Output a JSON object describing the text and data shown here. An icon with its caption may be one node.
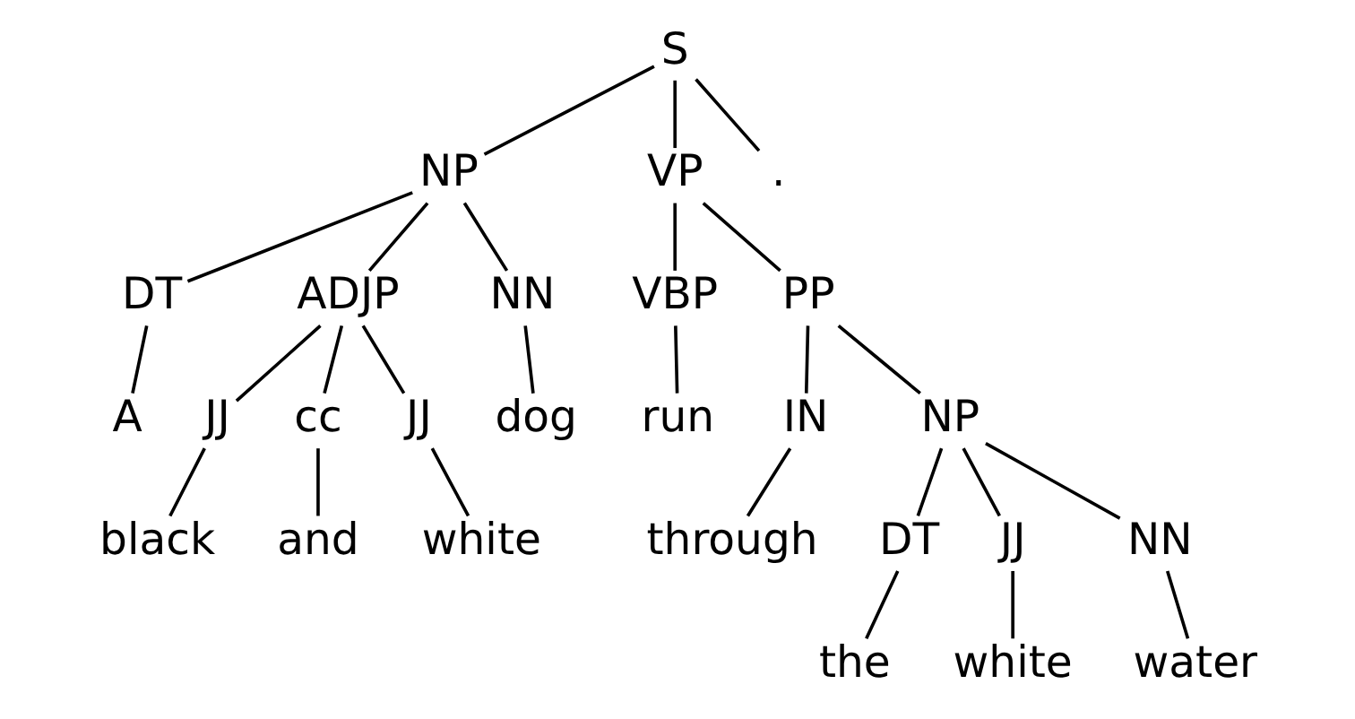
{
  "diagram": {
    "nodes": [
      {
        "text": [
          "S"
        ]
      },
      {
        "text": [
          "NP"
        ]
      },
      {
        "text": [
          "VP"
        ]
      },
      {
        "text": [
          "."
        ]
      },
      {
        "text": [
          "DT"
        ]
      },
      {
        "text": [
          "ADJP"
        ]
      },
      {
        "text": [
          "NN"
        ]
      },
      {
        "text": [
          "VBP"
        ]
      },
      {
        "text": [
          "PP"
        ]
      },
      {
        "text": [
          "A"
        ]
      },
      {
        "text": [
          "JJ"
        ]
      },
      {
        "text": [
          "cc"
        ]
      },
      {
        "text": [
          "JJ"
        ]
      },
      {
        "text": [
          "dog"
        ]
      },
      {
        "text": [
          "run"
        ]
      },
      {
        "text": [
          "IN"
        ]
      },
      {
        "text": [
          "NP"
        ]
      },
      {
        "text": [
          "black"
        ]
      },
      {
        "text": [
          "and"
        ]
      },
      {
        "text": [
          "white"
        ]
      },
      {
        "text": [
          "through"
        ]
      },
      {
        "text": [
          "DT"
        ]
      },
      {
        "text": [
          "JJ"
        ]
      },
      {
        "text": [
          "NN"
        ]
      },
      {
        "text": [
          "the"
        ]
      },
      {
        "text": [
          "white"
        ]
      },
      {
        "text": [
          "water"
        ]
      }
    ],
    "edges": [
      {
        "from": 0,
        "to": 1,
        "arrow": "none"
      },
      {
        "from": 0,
        "to": 2,
        "arrow": "none"
      },
      {
        "from": 0,
        "to": 3,
        "arrow": "none"
      },
      {
        "from": 1,
        "to": 4,
        "arrow": "none"
      },
      {
        "from": 1,
        "to": 5,
        "arrow": "none"
      },
      {
        "from": 1,
        "to": 6,
        "arrow": "none"
      },
      {
        "from": 2,
        "to": 7,
        "arrow": "none"
      },
      {
        "from": 2,
        "to": 8,
        "arrow": "none"
      },
      {
        "from": 4,
        "to": 9,
        "arrow": "none"
      },
      {
        "from": 5,
        "to": 10,
        "arrow": "none"
      },
      {
        "from": 5,
        "to": 11,
        "arrow": "none"
      },
      {
        "from": 5,
        "to": 12,
        "arrow": "none"
      },
      {
        "from": 6,
        "to": 13,
        "arrow": "none"
      },
      {
        "from": 7,
        "to": 14,
        "arrow": "none"
      },
      {
        "from": 8,
        "to": 15,
        "arrow": "none"
      },
      {
        "from": 8,
        "to": 16,
        "arrow": "none"
      },
      {
        "from": 10,
        "to": 17,
        "arrow": "none"
      },
      {
        "from": 11,
        "to": 18,
        "arrow": "none"
      },
      {
        "from": 12,
        "to": 19,
        "arrow": "none"
      },
      {
        "from": 15,
        "to": 20,
        "arrow": "none"
      },
      {
        "from": 16,
        "to": 21,
        "arrow": "none"
      },
      {
        "from": 16,
        "to": 22,
        "arrow": "none"
      },
      {
        "from": 16,
        "to": 23,
        "arrow": "none"
      },
      {
        "from": 21,
        "to": 24,
        "arrow": "none"
      },
      {
        "from": 22,
        "to": 25,
        "arrow": "none"
      },
      {
        "from": 23,
        "to": 26,
        "arrow": "none"
      }
    ]
  }
}
